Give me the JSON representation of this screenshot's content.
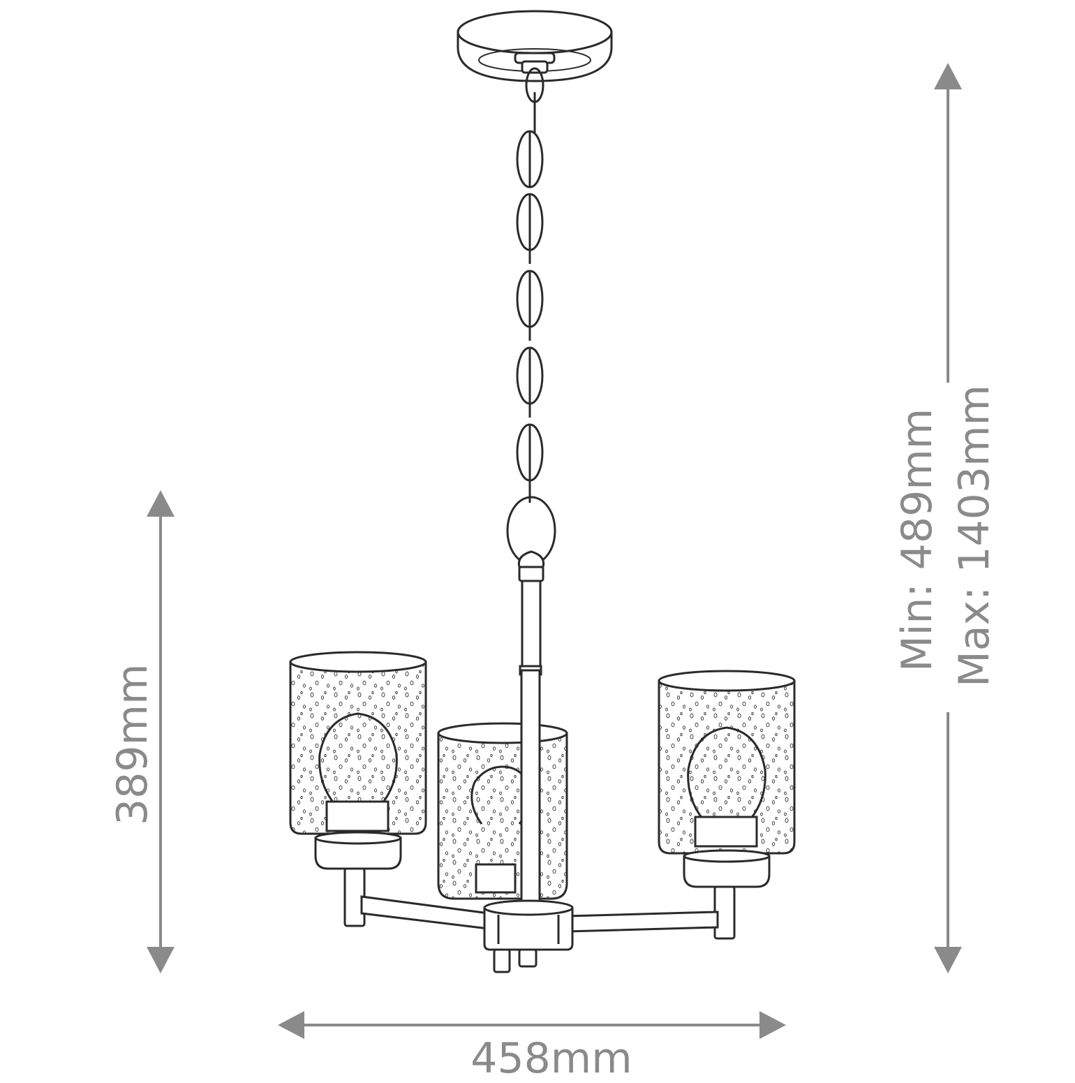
{
  "dimensions": {
    "width_label": "458mm",
    "height_label": "389mm",
    "drop_min_label": "Min: 489mm",
    "drop_max_label": "Max: 1403mm"
  },
  "colors": {
    "line": "#2a2a2a",
    "dimension": "#8a8a8a",
    "background": "#ffffff"
  }
}
